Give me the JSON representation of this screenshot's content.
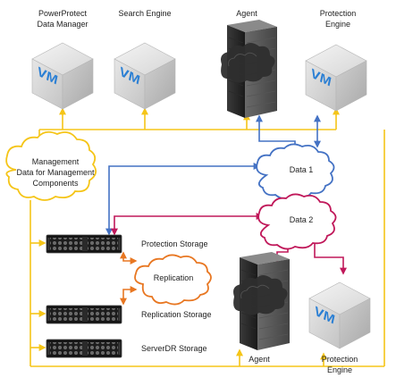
{
  "labels": {
    "ppdm_line1": "PowerProtect",
    "ppdm_line2": "Data Manager",
    "search_engine": "Search Engine",
    "agent_top": "Agent",
    "protection_engine_top_line1": "Protection",
    "protection_engine_top_line2": "Engine",
    "mgmt_line1": "Management",
    "mgmt_line2": "Data for Management",
    "mgmt_line3": "Components",
    "data1": "Data 1",
    "data2": "Data 2",
    "replication": "Replication",
    "protection_storage": "Protection Storage",
    "replication_storage": "Replication Storage",
    "serverdr_storage": "ServerDR Storage",
    "agent_bottom": "Agent",
    "protection_engine_bottom_line1": "Protection",
    "protection_engine_bottom_line2": "Engine"
  },
  "icons": {
    "vm_badge": "VM"
  },
  "colors": {
    "management_flow": "#f5c518",
    "data1_flow": "#4472c4",
    "data2_flow": "#c0185a",
    "replication_flow": "#e87722"
  }
}
